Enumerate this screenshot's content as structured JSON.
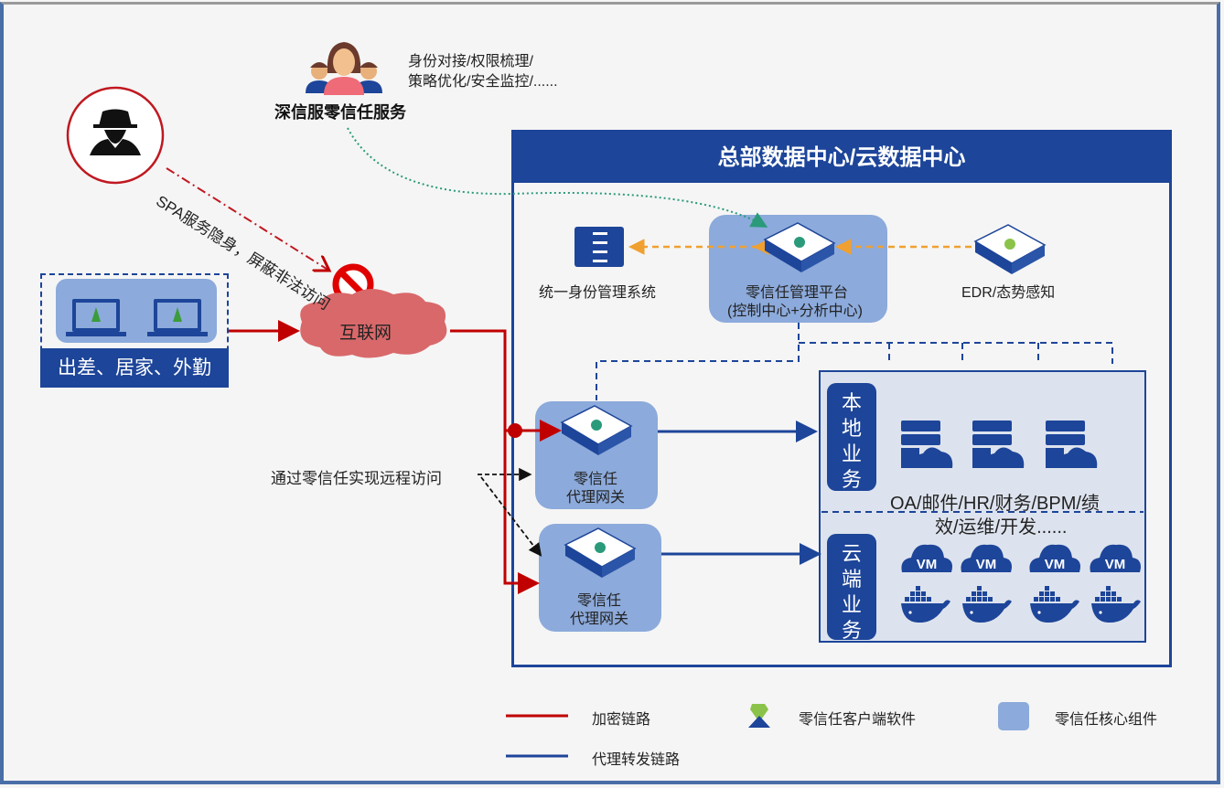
{
  "service": {
    "title": "深信服零信任服务",
    "desc_line1": "身份对接/权限梳理/",
    "desc_line2": "策略优化/安全监控/......",
    "icon": "people-group-icon"
  },
  "attacker": {
    "icon": "hacker-icon",
    "label": "SPA服务隐身，屏蔽非法访问",
    "block_icon": "forbidden-icon"
  },
  "remote_users": {
    "label": "出差、居家、外勤",
    "devices": [
      "laptop-icon",
      "laptop-icon"
    ]
  },
  "internet": {
    "label": "互联网",
    "icon": "cloud-icon"
  },
  "remote_access_note": "通过零信任实现远程访问",
  "datacenter": {
    "title": "总部数据中心/云数据中心",
    "identity_system": "统一身份管理系统",
    "mgmt_platform_line1": "零信任管理平台",
    "mgmt_platform_line2": "(控制中心+分析中心)",
    "edr": "EDR/态势感知",
    "gateways": [
      {
        "line1": "零信任",
        "line2": "代理网关"
      },
      {
        "line1": "零信任",
        "line2": "代理网关"
      }
    ],
    "local_business": {
      "label": "本地业务",
      "servers": 3,
      "apps_line1": "OA/邮件/HR/财务/BPM/绩",
      "apps_line2": "效/运维/开发......"
    },
    "cloud_business": {
      "label": "云端业务",
      "vm_label": "VM",
      "vm_count": 4,
      "container_count": 4
    }
  },
  "legend": {
    "encrypted_link": "加密链路",
    "proxy_link": "代理转发链路",
    "client_software": "零信任客户端软件",
    "core_component": "零信任核心组件"
  },
  "colors": {
    "primary_blue": "#1d4599",
    "core_fill": "#8caadb",
    "encrypted_red": "#c00000",
    "orange_link": "#f0a030",
    "teal_link": "#2a9a7a",
    "internet_cloud": "#d9686a"
  }
}
